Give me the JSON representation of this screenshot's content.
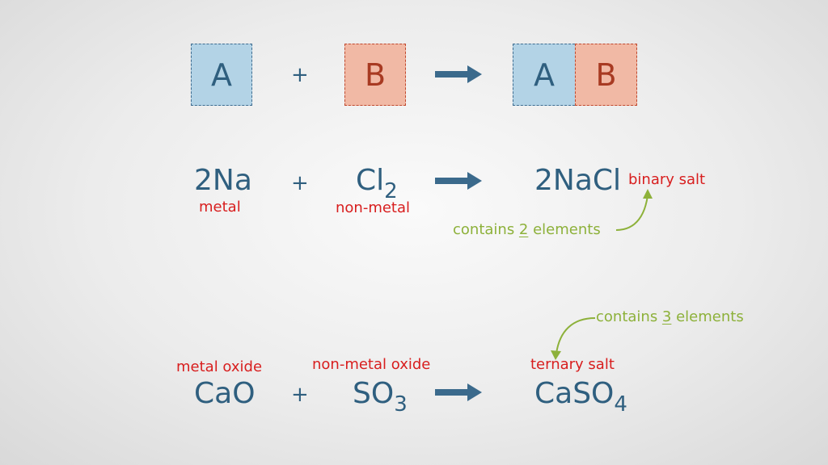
{
  "row1": {
    "box_a_left": "A",
    "plus": "+",
    "box_b_left": "B",
    "box_a_right": "A",
    "box_b_right": "B"
  },
  "row2": {
    "reactant1": "2Na",
    "reactant1_label": "metal",
    "plus": "+",
    "reactant2_base": "Cl",
    "reactant2_sub": "2",
    "reactant2_label": "non-metal",
    "product": "2NaCl",
    "product_label": "binary salt",
    "note_prefix": "contains ",
    "note_number": "2",
    "note_suffix": " elements"
  },
  "row3": {
    "reactant1": "CaO",
    "reactant1_label": "metal oxide",
    "plus": "+",
    "reactant2_base": "SO",
    "reactant2_sub": "3",
    "reactant2_label": "non-metal oxide",
    "product_base": "CaSO",
    "product_sub": "4",
    "product_label": "ternary salt",
    "note_prefix": "contains ",
    "note_number": "3",
    "note_suffix": " elements"
  },
  "colors": {
    "formula": "#2f5f7f",
    "arrow": "#3b6a8c",
    "label_red": "#d81e1e",
    "note_green": "#8db13a",
    "box_a_fill": "#b3d3e6",
    "box_b_fill": "#f1b9a5"
  },
  "icons": {
    "reaction_arrow": "right-arrow-icon",
    "note_pointer": "curved-arrow-icon"
  }
}
